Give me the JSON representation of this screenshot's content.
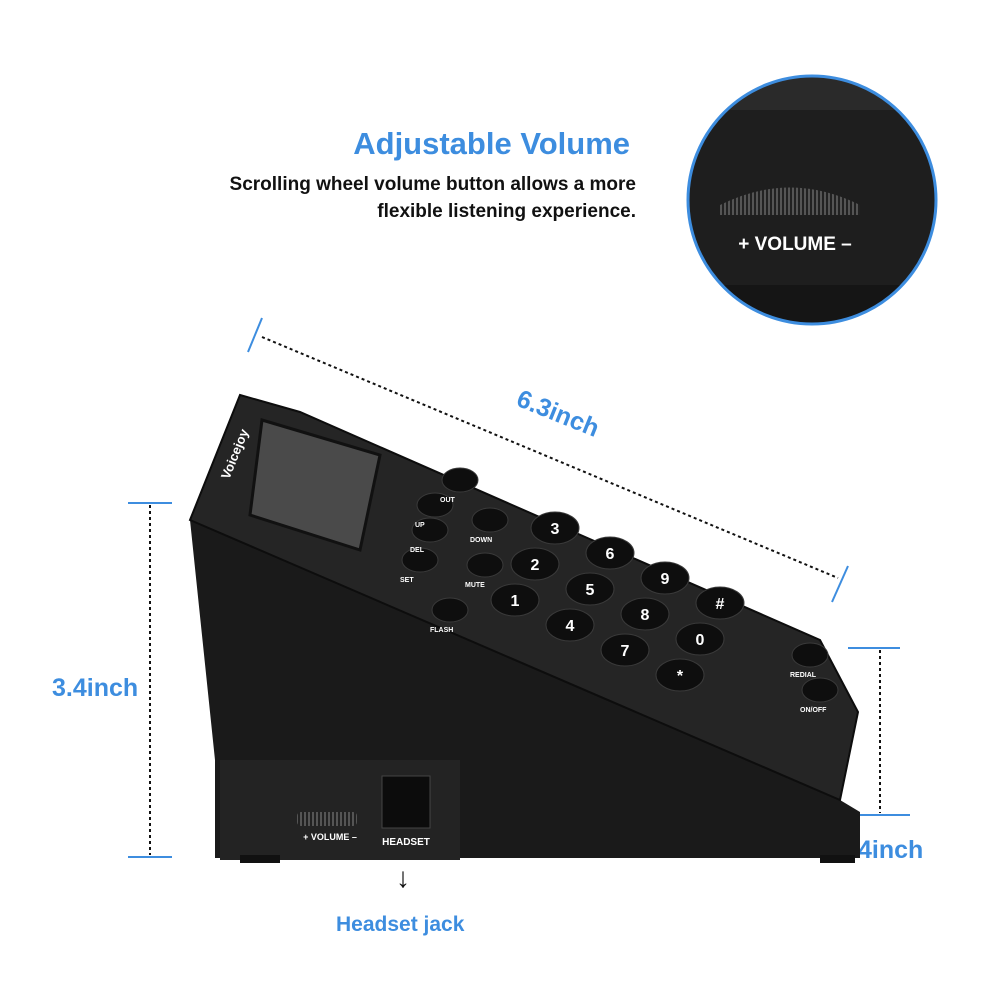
{
  "feature": {
    "title": "Adjustable Volume",
    "description_line1": "Scrolling wheel volume button allows a more",
    "description_line2": "flexible listening experience."
  },
  "inset": {
    "volume_label": "+ VOLUME –"
  },
  "dimensions": {
    "length": "6.3inch",
    "height": "3.4inch",
    "depth": "4inch"
  },
  "device": {
    "brand": "Voicejoy",
    "side_volume_label": "+ VOLUME –",
    "headset_port_label": "HEADSET",
    "keys": [
      "1",
      "2",
      "3",
      "4",
      "5",
      "6",
      "7",
      "8",
      "9",
      "*",
      "0",
      "#"
    ],
    "function_labels": [
      "SET",
      "MUTE",
      "FLASH",
      "OUT",
      "DOWN",
      "UP",
      "DEL",
      "REDIAL",
      "ON/OFF"
    ]
  },
  "callout": {
    "arrow_icon": "arrow-down-icon",
    "label": "Headset jack"
  },
  "colors": {
    "accent": "#3d8ddf",
    "device": "#1c1c1c"
  }
}
